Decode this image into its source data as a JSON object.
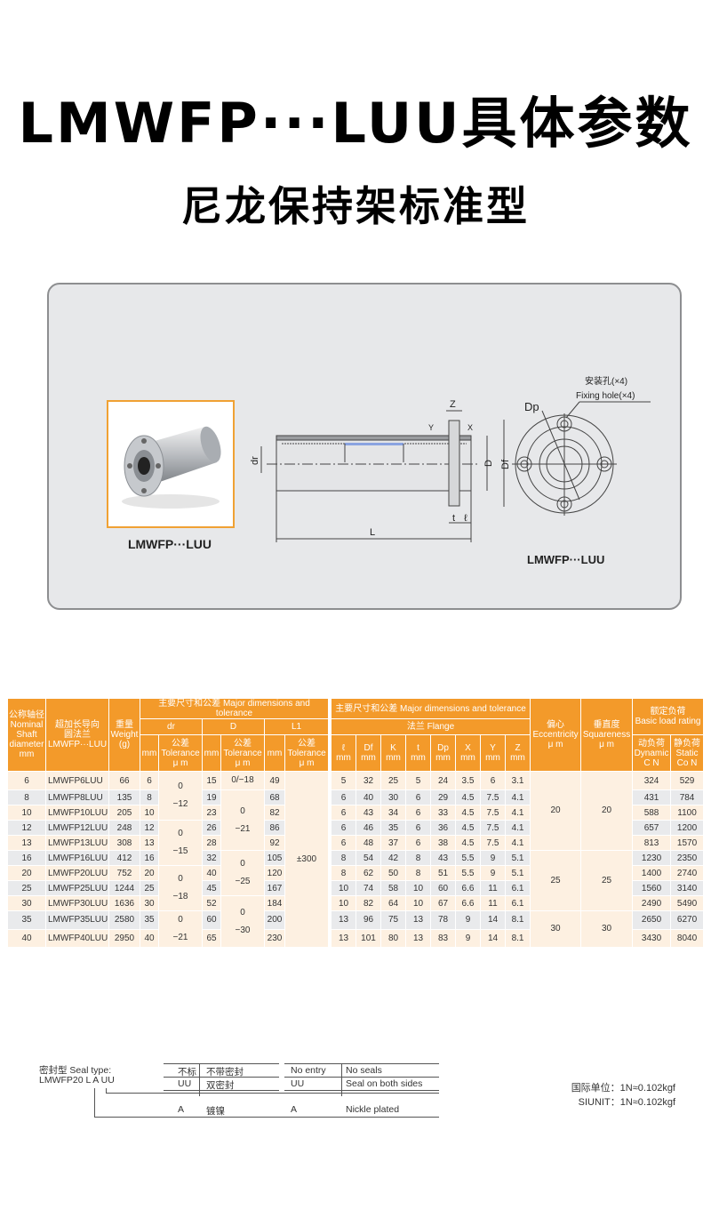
{
  "header": {
    "title": "LMWFP···LUU具体参数",
    "subtitle": "尼龙保持架标准型"
  },
  "figure": {
    "photo_caption": "LMWFP···LUU",
    "drawing_caption": "LMWFP···LUU",
    "labels": {
      "dr": "dr",
      "D": "D",
      "Df": "Df",
      "L": "L",
      "t": "t",
      "l": "ℓ",
      "Z": "Z",
      "Y": "Y",
      "X": "X",
      "Dp": "Dp",
      "fixing_cn": "安装孔(×4)",
      "fixing_en": "Fixing hole(×4)"
    }
  },
  "table": {
    "headers": {
      "shaft": [
        "公称轴径",
        "Nominal",
        "Shaft",
        "diameter",
        "mm"
      ],
      "model": [
        "超加长导向",
        "圆法兰",
        "LMWFP···LUU"
      ],
      "weight": [
        "重量",
        "Weight",
        "(g)"
      ],
      "major1": "主要尺寸和公差  Major dimensions and tolerance",
      "major2": "主要尺寸和公差  Major dimensions and tolerance",
      "dr": "dr",
      "D": "D",
      "L1": "L1",
      "mm": "mm",
      "tol": [
        "公差",
        "Tolerance",
        "μ m"
      ],
      "flange": "法兰   Flange",
      "flange_cols": [
        [
          "ℓ",
          "mm"
        ],
        [
          "Df",
          "mm"
        ],
        [
          "K",
          "mm"
        ],
        [
          "t",
          "mm"
        ],
        [
          "Dp",
          "mm"
        ],
        [
          "X",
          "mm"
        ],
        [
          "Y",
          "mm"
        ],
        [
          "Z",
          "mm"
        ]
      ],
      "ecc": [
        "偏心",
        "Eccentricity",
        "μ m"
      ],
      "sq": [
        "垂直度",
        "Squareness",
        "μ m"
      ],
      "load": [
        "额定负荷",
        "Basic load rating"
      ],
      "dyn": [
        "动负荷",
        "Dynamic",
        "C N"
      ],
      "stat": [
        "静负荷",
        "Static",
        "Co N"
      ]
    },
    "rows": [
      {
        "shaft": "6",
        "model": "LMWFP6LUU",
        "weight": "66",
        "dr": "6",
        "D": "15",
        "L1": "49",
        "l": "5",
        "Df": "32",
        "K": "25",
        "t": "5",
        "Dp": "24",
        "X": "3.5",
        "Y": "6",
        "Z": "3.1",
        "dyn": "324",
        "stat": "529"
      },
      {
        "shaft": "8",
        "model": "LMWFP8LUU",
        "weight": "135",
        "dr": "8",
        "D": "19",
        "L1": "68",
        "l": "6",
        "Df": "40",
        "K": "30",
        "t": "6",
        "Dp": "29",
        "X": "4.5",
        "Y": "7.5",
        "Z": "4.1",
        "dyn": "431",
        "stat": "784"
      },
      {
        "shaft": "10",
        "model": "LMWFP10LUU",
        "weight": "205",
        "dr": "10",
        "D": "23",
        "L1": "82",
        "l": "6",
        "Df": "43",
        "K": "34",
        "t": "6",
        "Dp": "33",
        "X": "4.5",
        "Y": "7.5",
        "Z": "4.1",
        "dyn": "588",
        "stat": "1100"
      },
      {
        "shaft": "12",
        "model": "LMWFP12LUU",
        "weight": "248",
        "dr": "12",
        "D": "26",
        "L1": "86",
        "l": "6",
        "Df": "46",
        "K": "35",
        "t": "6",
        "Dp": "36",
        "X": "4.5",
        "Y": "7.5",
        "Z": "4.1",
        "dyn": "657",
        "stat": "1200"
      },
      {
        "shaft": "13",
        "model": "LMWFP13LUU",
        "weight": "308",
        "dr": "13",
        "D": "28",
        "L1": "92",
        "l": "6",
        "Df": "48",
        "K": "37",
        "t": "6",
        "Dp": "38",
        "X": "4.5",
        "Y": "7.5",
        "Z": "4.1",
        "dyn": "813",
        "stat": "1570"
      },
      {
        "shaft": "16",
        "model": "LMWFP16LUU",
        "weight": "412",
        "dr": "16",
        "D": "32",
        "L1": "105",
        "l": "8",
        "Df": "54",
        "K": "42",
        "t": "8",
        "Dp": "43",
        "X": "5.5",
        "Y": "9",
        "Z": "5.1",
        "dyn": "1230",
        "stat": "2350"
      },
      {
        "shaft": "20",
        "model": "LMWFP20LUU",
        "weight": "752",
        "dr": "20",
        "D": "40",
        "L1": "120",
        "l": "8",
        "Df": "62",
        "K": "50",
        "t": "8",
        "Dp": "51",
        "X": "5.5",
        "Y": "9",
        "Z": "5.1",
        "dyn": "1400",
        "stat": "2740"
      },
      {
        "shaft": "25",
        "model": "LMWFP25LUU",
        "weight": "1244",
        "dr": "25",
        "D": "45",
        "L1": "167",
        "l": "10",
        "Df": "74",
        "K": "58",
        "t": "10",
        "Dp": "60",
        "X": "6.6",
        "Y": "11",
        "Z": "6.1",
        "dyn": "1560",
        "stat": "3140"
      },
      {
        "shaft": "30",
        "model": "LMWFP30LUU",
        "weight": "1636",
        "dr": "30",
        "D": "52",
        "L1": "184",
        "l": "10",
        "Df": "82",
        "K": "64",
        "t": "10",
        "Dp": "67",
        "X": "6.6",
        "Y": "11",
        "Z": "6.1",
        "dyn": "2490",
        "stat": "5490"
      },
      {
        "shaft": "35",
        "model": "LMWFP35LUU",
        "weight": "2580",
        "dr": "35",
        "D": "60",
        "L1": "200",
        "l": "13",
        "Df": "96",
        "K": "75",
        "t": "13",
        "Dp": "78",
        "X": "9",
        "Y": "14",
        "Z": "8.1",
        "dyn": "2650",
        "stat": "6270"
      },
      {
        "shaft": "40",
        "model": "LMWFP40LUU",
        "weight": "2950",
        "dr": "40",
        "D": "65",
        "L1": "230",
        "l": "13",
        "Df": "101",
        "K": "80",
        "t": "13",
        "Dp": "83",
        "X": "9",
        "Y": "14",
        "Z": "8.1",
        "dyn": "3430",
        "stat": "8040"
      }
    ],
    "merged": {
      "dr_tol": [
        {
          "start": 0,
          "span": 3,
          "text": [
            "0",
            "−12"
          ]
        },
        {
          "start": 3,
          "span": 3,
          "text": [
            "0",
            "−15"
          ]
        },
        {
          "start": 6,
          "span": 3,
          "text": [
            "0",
            "−18"
          ]
        },
        {
          "start": 9,
          "span": 2,
          "text": [
            "0",
            "−21"
          ]
        }
      ],
      "D_tol": [
        {
          "start": 0,
          "span": 1,
          "text": [
            "0/−18"
          ]
        },
        {
          "start": 1,
          "span": 4,
          "text": [
            "0",
            "−21"
          ]
        },
        {
          "start": 5,
          "span": 3,
          "text": [
            "0",
            "−25"
          ]
        },
        {
          "start": 8,
          "span": 3,
          "text": [
            "0",
            "−30"
          ]
        }
      ],
      "L1_tol": [
        {
          "start": 0,
          "span": 11,
          "text": [
            "±300"
          ]
        }
      ],
      "ecc": [
        {
          "start": 0,
          "span": 5,
          "text": [
            "20"
          ]
        },
        {
          "start": 5,
          "span": 4,
          "text": [
            "25"
          ]
        },
        {
          "start": 9,
          "span": 2,
          "text": [
            "30"
          ]
        }
      ],
      "sq": [
        {
          "start": 0,
          "span": 5,
          "text": [
            "20"
          ]
        },
        {
          "start": 5,
          "span": 4,
          "text": [
            "25"
          ]
        },
        {
          "start": 9,
          "span": 2,
          "text": [
            "30"
          ]
        }
      ]
    }
  },
  "seal": {
    "title": "密封型 Seal type:",
    "code": "LMWFP20 L A UU",
    "rows": [
      {
        "code_cn": "不标",
        "desc_cn": "不带密封",
        "code_en": "No entry",
        "desc_en": "No seals"
      },
      {
        "code_cn": "UU",
        "desc_cn": "双密封",
        "code_en": "UU",
        "desc_en": "Seal on both sides"
      },
      {
        "code_cn": "A",
        "desc_cn": "镀镍",
        "code_en": "A",
        "desc_en": "Nickle plated"
      }
    ]
  },
  "units": {
    "cn": "国际单位：1N≈0.102kgf",
    "en": "SIUNIT：1N≈0.102kgf"
  }
}
